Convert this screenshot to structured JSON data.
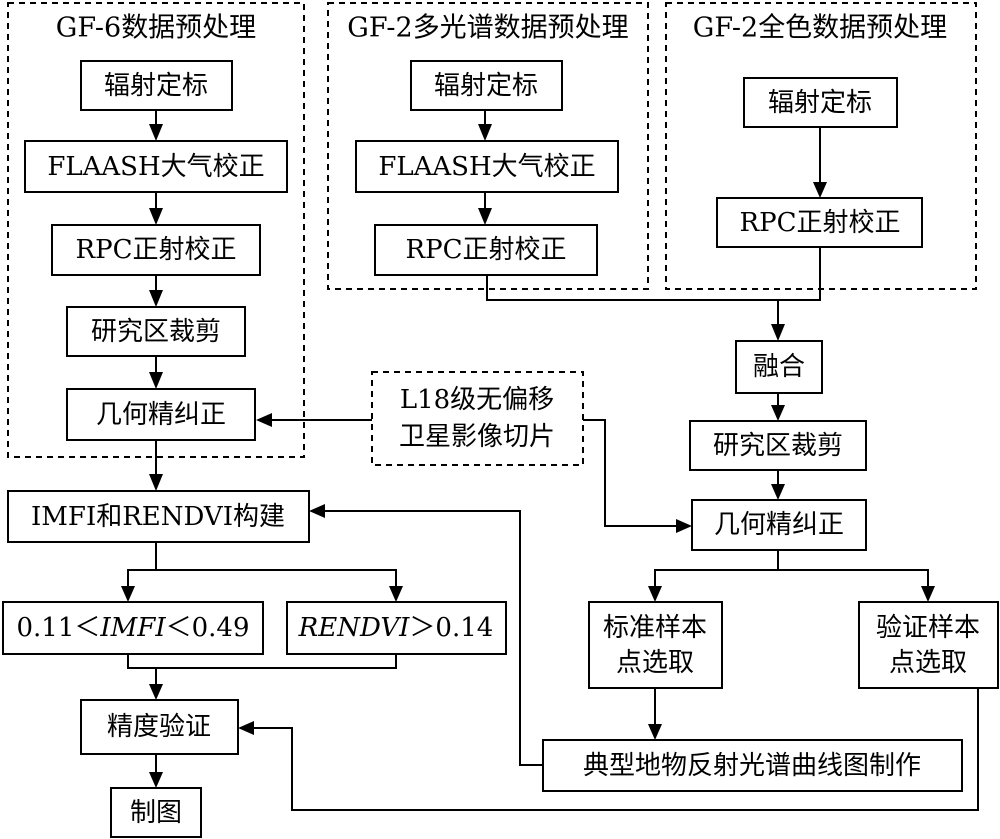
{
  "groups": {
    "gf6": {
      "title": "GF-6数据预处理",
      "steps": [
        "辐射定标",
        "FLAASH大气校正",
        "RPC正射校正",
        "研究区裁剪",
        "几何精纠正"
      ]
    },
    "gf2ms": {
      "title": "GF-2多光谱数据预处理",
      "steps": [
        "辐射定标",
        "FLAASH大气校正",
        "RPC正射校正"
      ]
    },
    "gf2pan": {
      "title": "GF-2全色数据预处理",
      "steps": [
        "辐射定标",
        "RPC正射校正"
      ]
    }
  },
  "tile": {
    "line1": "L18级无偏移",
    "line2": "卫星影像切片"
  },
  "right_chain": {
    "fusion": "融合",
    "crop": "研究区裁剪",
    "geo": "几何精纠正"
  },
  "samples": {
    "standard": {
      "line1": "标准样本",
      "line2": "点选取"
    },
    "validation": {
      "line1": "验证样本",
      "line2": "点选取"
    }
  },
  "spectral_curve": "典型地物反射光谱曲线图制作",
  "index_build": "IMFI和RENDVI构建",
  "threshold_imfi": {
    "prefix": "0.11＜",
    "var": "IMFI",
    "suffix": "＜0.49"
  },
  "threshold_rendvi": {
    "var": "RENDVI",
    "suffix": "＞0.14"
  },
  "accuracy": "精度验证",
  "mapping": "制图"
}
